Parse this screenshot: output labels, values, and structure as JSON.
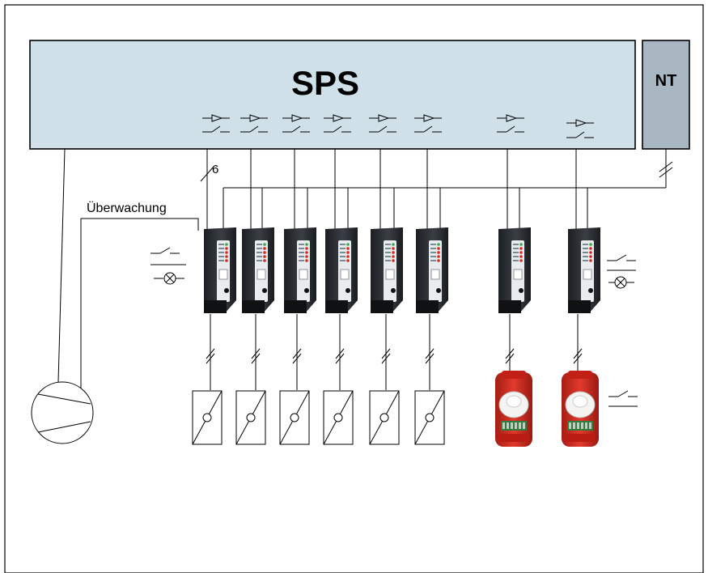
{
  "diagram": {
    "plc_label": "SPS",
    "power_supply_label": "NT",
    "monitoring_label": "Überwachung",
    "cable_count_label": "6",
    "module_count": 8,
    "actuator_count": 6,
    "smoke_detector_count": 2
  },
  "colors": {
    "plc_fill": "#cfe0e8",
    "nt_fill": "#a9b7c2",
    "module_body": "#2a2e33",
    "detector_red": "#d52b1e"
  }
}
